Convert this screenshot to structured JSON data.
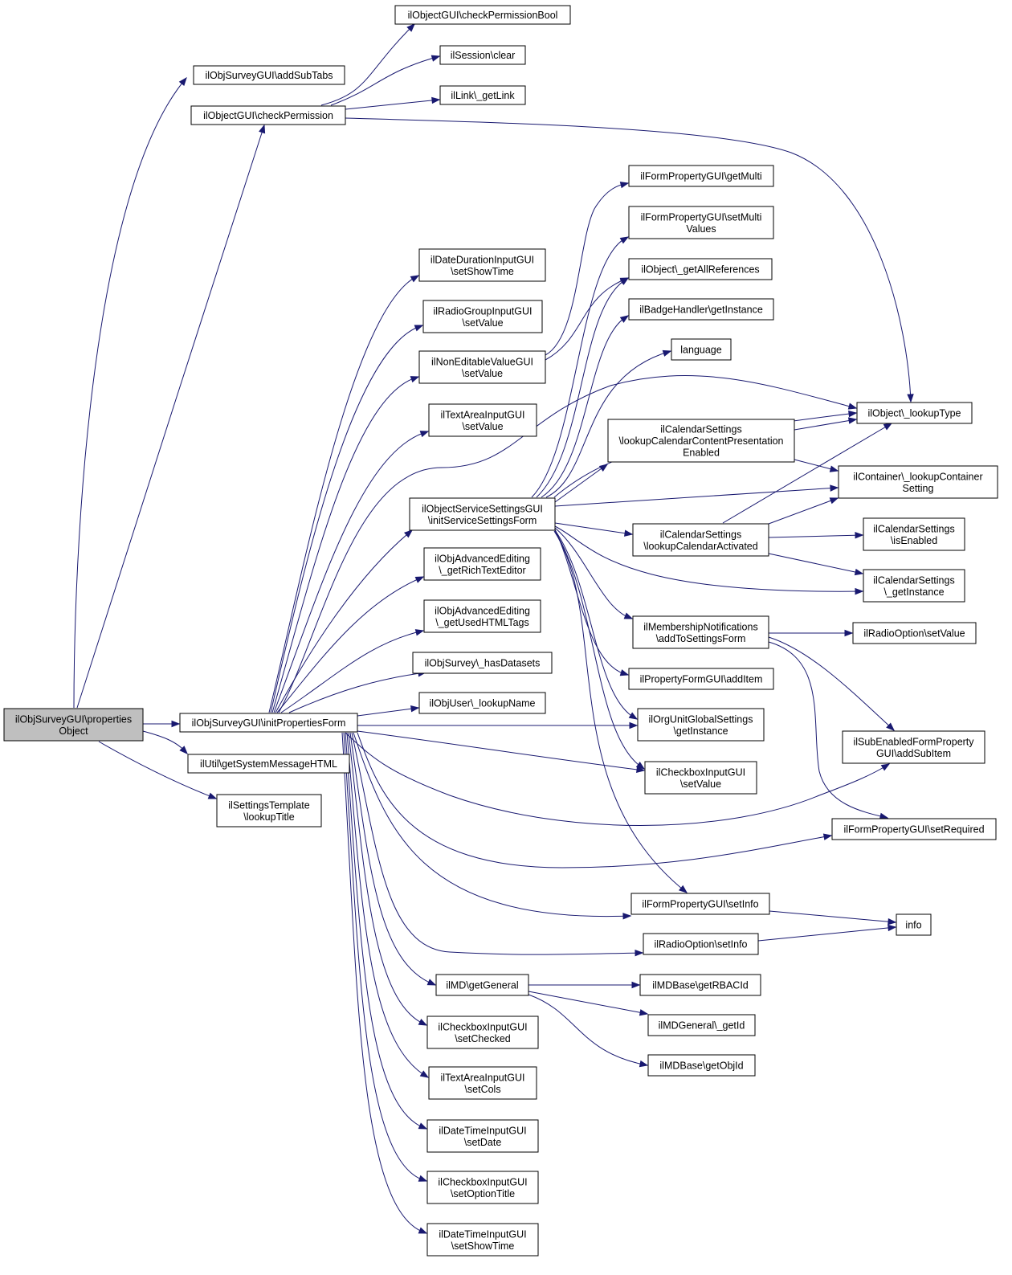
{
  "diagram": {
    "nodes": [
      {
        "id": "root",
        "lines": [
          "ilObjSurveyGUI\\properties",
          "Object"
        ],
        "root": true
      },
      {
        "id": "addSubTabs",
        "lines": [
          "ilObjSurveyGUI\\addSubTabs"
        ]
      },
      {
        "id": "checkPermission",
        "lines": [
          "ilObjectGUI\\checkPermission"
        ]
      },
      {
        "id": "checkPermissionBool",
        "lines": [
          "ilObjectGUI\\checkPermissionBool"
        ]
      },
      {
        "id": "sessionClear",
        "lines": [
          "ilSession\\clear"
        ]
      },
      {
        "id": "getLink",
        "lines": [
          "ilLink\\_getLink"
        ]
      },
      {
        "id": "lookupType",
        "lines": [
          "ilObject\\_lookupType"
        ]
      },
      {
        "id": "initPropertiesForm",
        "lines": [
          "ilObjSurveyGUI\\initPropertiesForm"
        ]
      },
      {
        "id": "getSystemMessageHTML",
        "lines": [
          "ilUtil\\getSystemMessageHTML"
        ]
      },
      {
        "id": "settingsLookupTitle",
        "lines": [
          "ilSettingsTemplate",
          "\\lookupTitle"
        ]
      },
      {
        "id": "getMulti",
        "lines": [
          "ilFormPropertyGUI\\getMulti"
        ]
      },
      {
        "id": "setMultiValues",
        "lines": [
          "ilFormPropertyGUI\\setMulti",
          "Values"
        ]
      },
      {
        "id": "dateDurationSetShowTime",
        "lines": [
          "ilDateDurationInputGUI",
          "\\setShowTime"
        ]
      },
      {
        "id": "getAllReferences",
        "lines": [
          "ilObject\\_getAllReferences"
        ]
      },
      {
        "id": "radioGroupSetValue",
        "lines": [
          "ilRadioGroupInputGUI",
          "\\setValue"
        ]
      },
      {
        "id": "badgeGetInstance",
        "lines": [
          "ilBadgeHandler\\getInstance"
        ]
      },
      {
        "id": "nonEditableSetValue",
        "lines": [
          "ilNonEditableValueGUI",
          "\\setValue"
        ]
      },
      {
        "id": "language",
        "lines": [
          "language"
        ]
      },
      {
        "id": "textAreaSetValue",
        "lines": [
          "ilTextAreaInputGUI",
          "\\setValue"
        ]
      },
      {
        "id": "calLookupContentPres",
        "lines": [
          "ilCalendarSettings",
          "\\lookupCalendarContentPresentation",
          "Enabled"
        ]
      },
      {
        "id": "containerLookup",
        "lines": [
          "ilContainer\\_lookupContainer",
          "Setting"
        ]
      },
      {
        "id": "initServiceSettingsForm",
        "lines": [
          "ilObjectServiceSettingsGUI",
          "\\initServiceSettingsForm"
        ]
      },
      {
        "id": "calLookupActivated",
        "lines": [
          "ilCalendarSettings",
          "\\lookupCalendarActivated"
        ]
      },
      {
        "id": "calIsEnabled",
        "lines": [
          "ilCalendarSettings",
          "\\isEnabled"
        ]
      },
      {
        "id": "getRichTextEditor",
        "lines": [
          "ilObjAdvancedEditing",
          "\\_getRichTextEditor"
        ]
      },
      {
        "id": "calGetInstance",
        "lines": [
          "ilCalendarSettings",
          "\\_getInstance"
        ]
      },
      {
        "id": "getUsedHTMLTags",
        "lines": [
          "ilObjAdvancedEditing",
          "\\_getUsedHTMLTags"
        ]
      },
      {
        "id": "memberAddToSettings",
        "lines": [
          "ilMembershipNotifications",
          "\\addToSettingsForm"
        ]
      },
      {
        "id": "radioOptionSetValue",
        "lines": [
          "ilRadioOption\\setValue"
        ]
      },
      {
        "id": "hasDatasets",
        "lines": [
          "ilObjSurvey\\_hasDatasets"
        ]
      },
      {
        "id": "propFormAddItem",
        "lines": [
          "ilPropertyFormGUI\\addItem"
        ]
      },
      {
        "id": "lookupName",
        "lines": [
          "ilObjUser\\_lookupName"
        ]
      },
      {
        "id": "orgUnitGetInstance",
        "lines": [
          "ilOrgUnitGlobalSettings",
          "\\getInstance"
        ]
      },
      {
        "id": "subEnabledAddSubItem",
        "lines": [
          "ilSubEnabledFormProperty",
          "GUI\\addSubItem"
        ]
      },
      {
        "id": "checkboxSetValue",
        "lines": [
          "ilCheckboxInputGUI",
          "\\setValue"
        ]
      },
      {
        "id": "setRequired",
        "lines": [
          "ilFormPropertyGUI\\setRequired"
        ]
      },
      {
        "id": "formPropSetInfo",
        "lines": [
          "ilFormPropertyGUI\\setInfo"
        ]
      },
      {
        "id": "info",
        "lines": [
          "info"
        ]
      },
      {
        "id": "radioOptionSetInfo",
        "lines": [
          "ilRadioOption\\setInfo"
        ]
      },
      {
        "id": "mdGetGeneral",
        "lines": [
          "ilMD\\getGeneral"
        ]
      },
      {
        "id": "mdGetRBACId",
        "lines": [
          "ilMDBase\\getRBACId"
        ]
      },
      {
        "id": "mdGeneralGetId",
        "lines": [
          "ilMDGeneral\\_getId"
        ]
      },
      {
        "id": "mdGetObjId",
        "lines": [
          "ilMDBase\\getObjId"
        ]
      },
      {
        "id": "checkboxSetChecked",
        "lines": [
          "ilCheckboxInputGUI",
          "\\setChecked"
        ]
      },
      {
        "id": "textAreaSetCols",
        "lines": [
          "ilTextAreaInputGUI",
          "\\setCols"
        ]
      },
      {
        "id": "dateTimeSetDate",
        "lines": [
          "ilDateTimeInputGUI",
          "\\setDate"
        ]
      },
      {
        "id": "checkboxSetOptionTitle",
        "lines": [
          "ilCheckboxInputGUI",
          "\\setOptionTitle"
        ]
      },
      {
        "id": "dateTimeSetShowTime",
        "lines": [
          "ilDateTimeInputGUI",
          "\\setShowTime"
        ]
      }
    ]
  }
}
